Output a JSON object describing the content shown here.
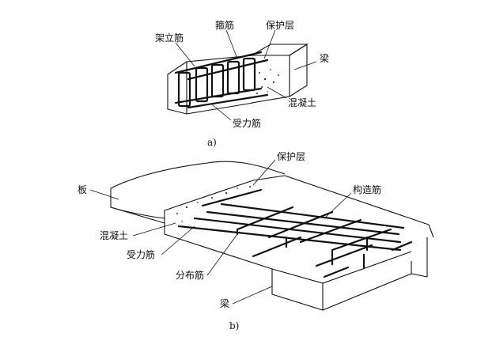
{
  "figure_a": {
    "label_jiali": "架立筋",
    "label_gujin": "箍筋",
    "label_baohuceng": "保护层",
    "label_liang": "梁",
    "label_hunningtu": "混凝土",
    "label_shouli": "受力筋",
    "caption": "a)"
  },
  "figure_b": {
    "label_baohuceng": "保护层",
    "label_ban": "板",
    "label_gouzao": "构造筋",
    "label_hunningtu": "混凝土",
    "label_shouli": "受力筋",
    "label_fenbu": "分布筋",
    "label_liang": "梁",
    "caption": "b)"
  }
}
